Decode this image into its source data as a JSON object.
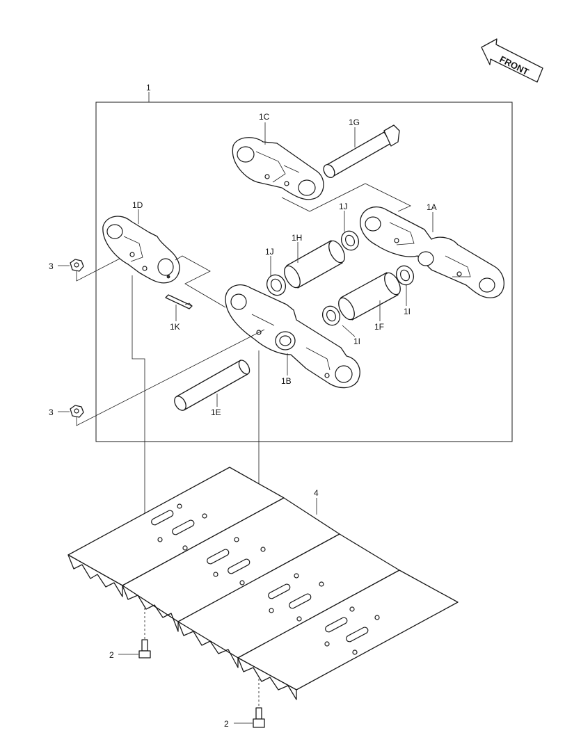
{
  "front_label": "FRONT",
  "callouts": {
    "assembly": "1",
    "link_1A": "1A",
    "link_1B": "1B",
    "link_1C": "1C",
    "link_1D": "1D",
    "pin_1E": "1E",
    "bushing_1F": "1F",
    "pin_1G": "1G",
    "bushing_1H": "1H",
    "seal_1I_right": "1I",
    "seal_1I_left": "1I",
    "seal_1J_top": "1J",
    "seal_1J_left": "1J",
    "lock_1K": "1K",
    "bolt_2_upper": "2",
    "bolt_2_lower": "2",
    "nut_3_upper": "3",
    "nut_3_lower": "3",
    "shoe_4": "4"
  }
}
